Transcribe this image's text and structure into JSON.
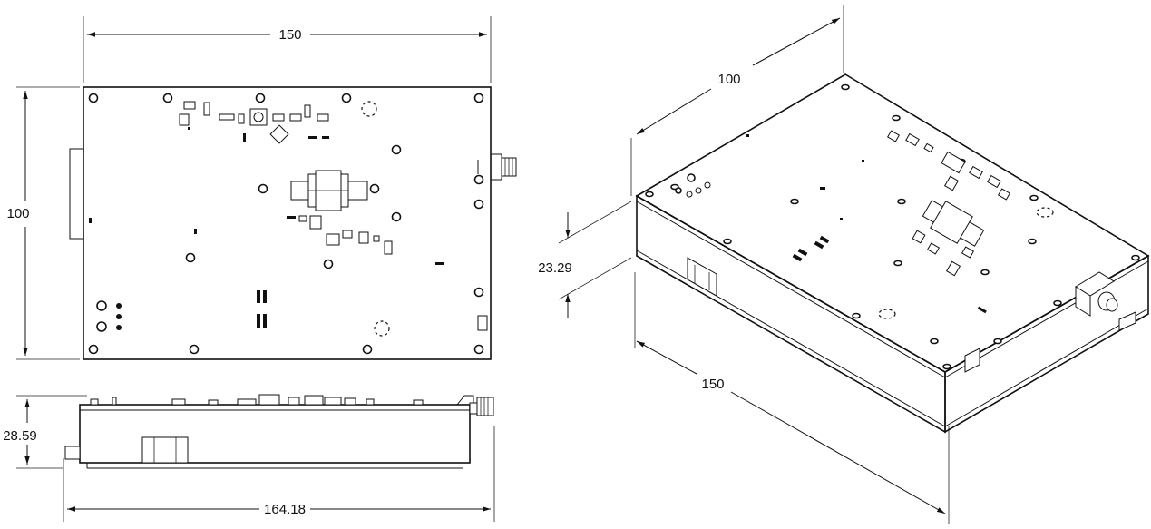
{
  "dimensions": {
    "top_width": "150",
    "top_height": "100",
    "side_height": "28.59",
    "side_length": "164.18",
    "iso_depth": "100",
    "iso_height": "23.29",
    "iso_width": "150"
  },
  "colors": {
    "line": "#111111",
    "background": "#ffffff"
  }
}
